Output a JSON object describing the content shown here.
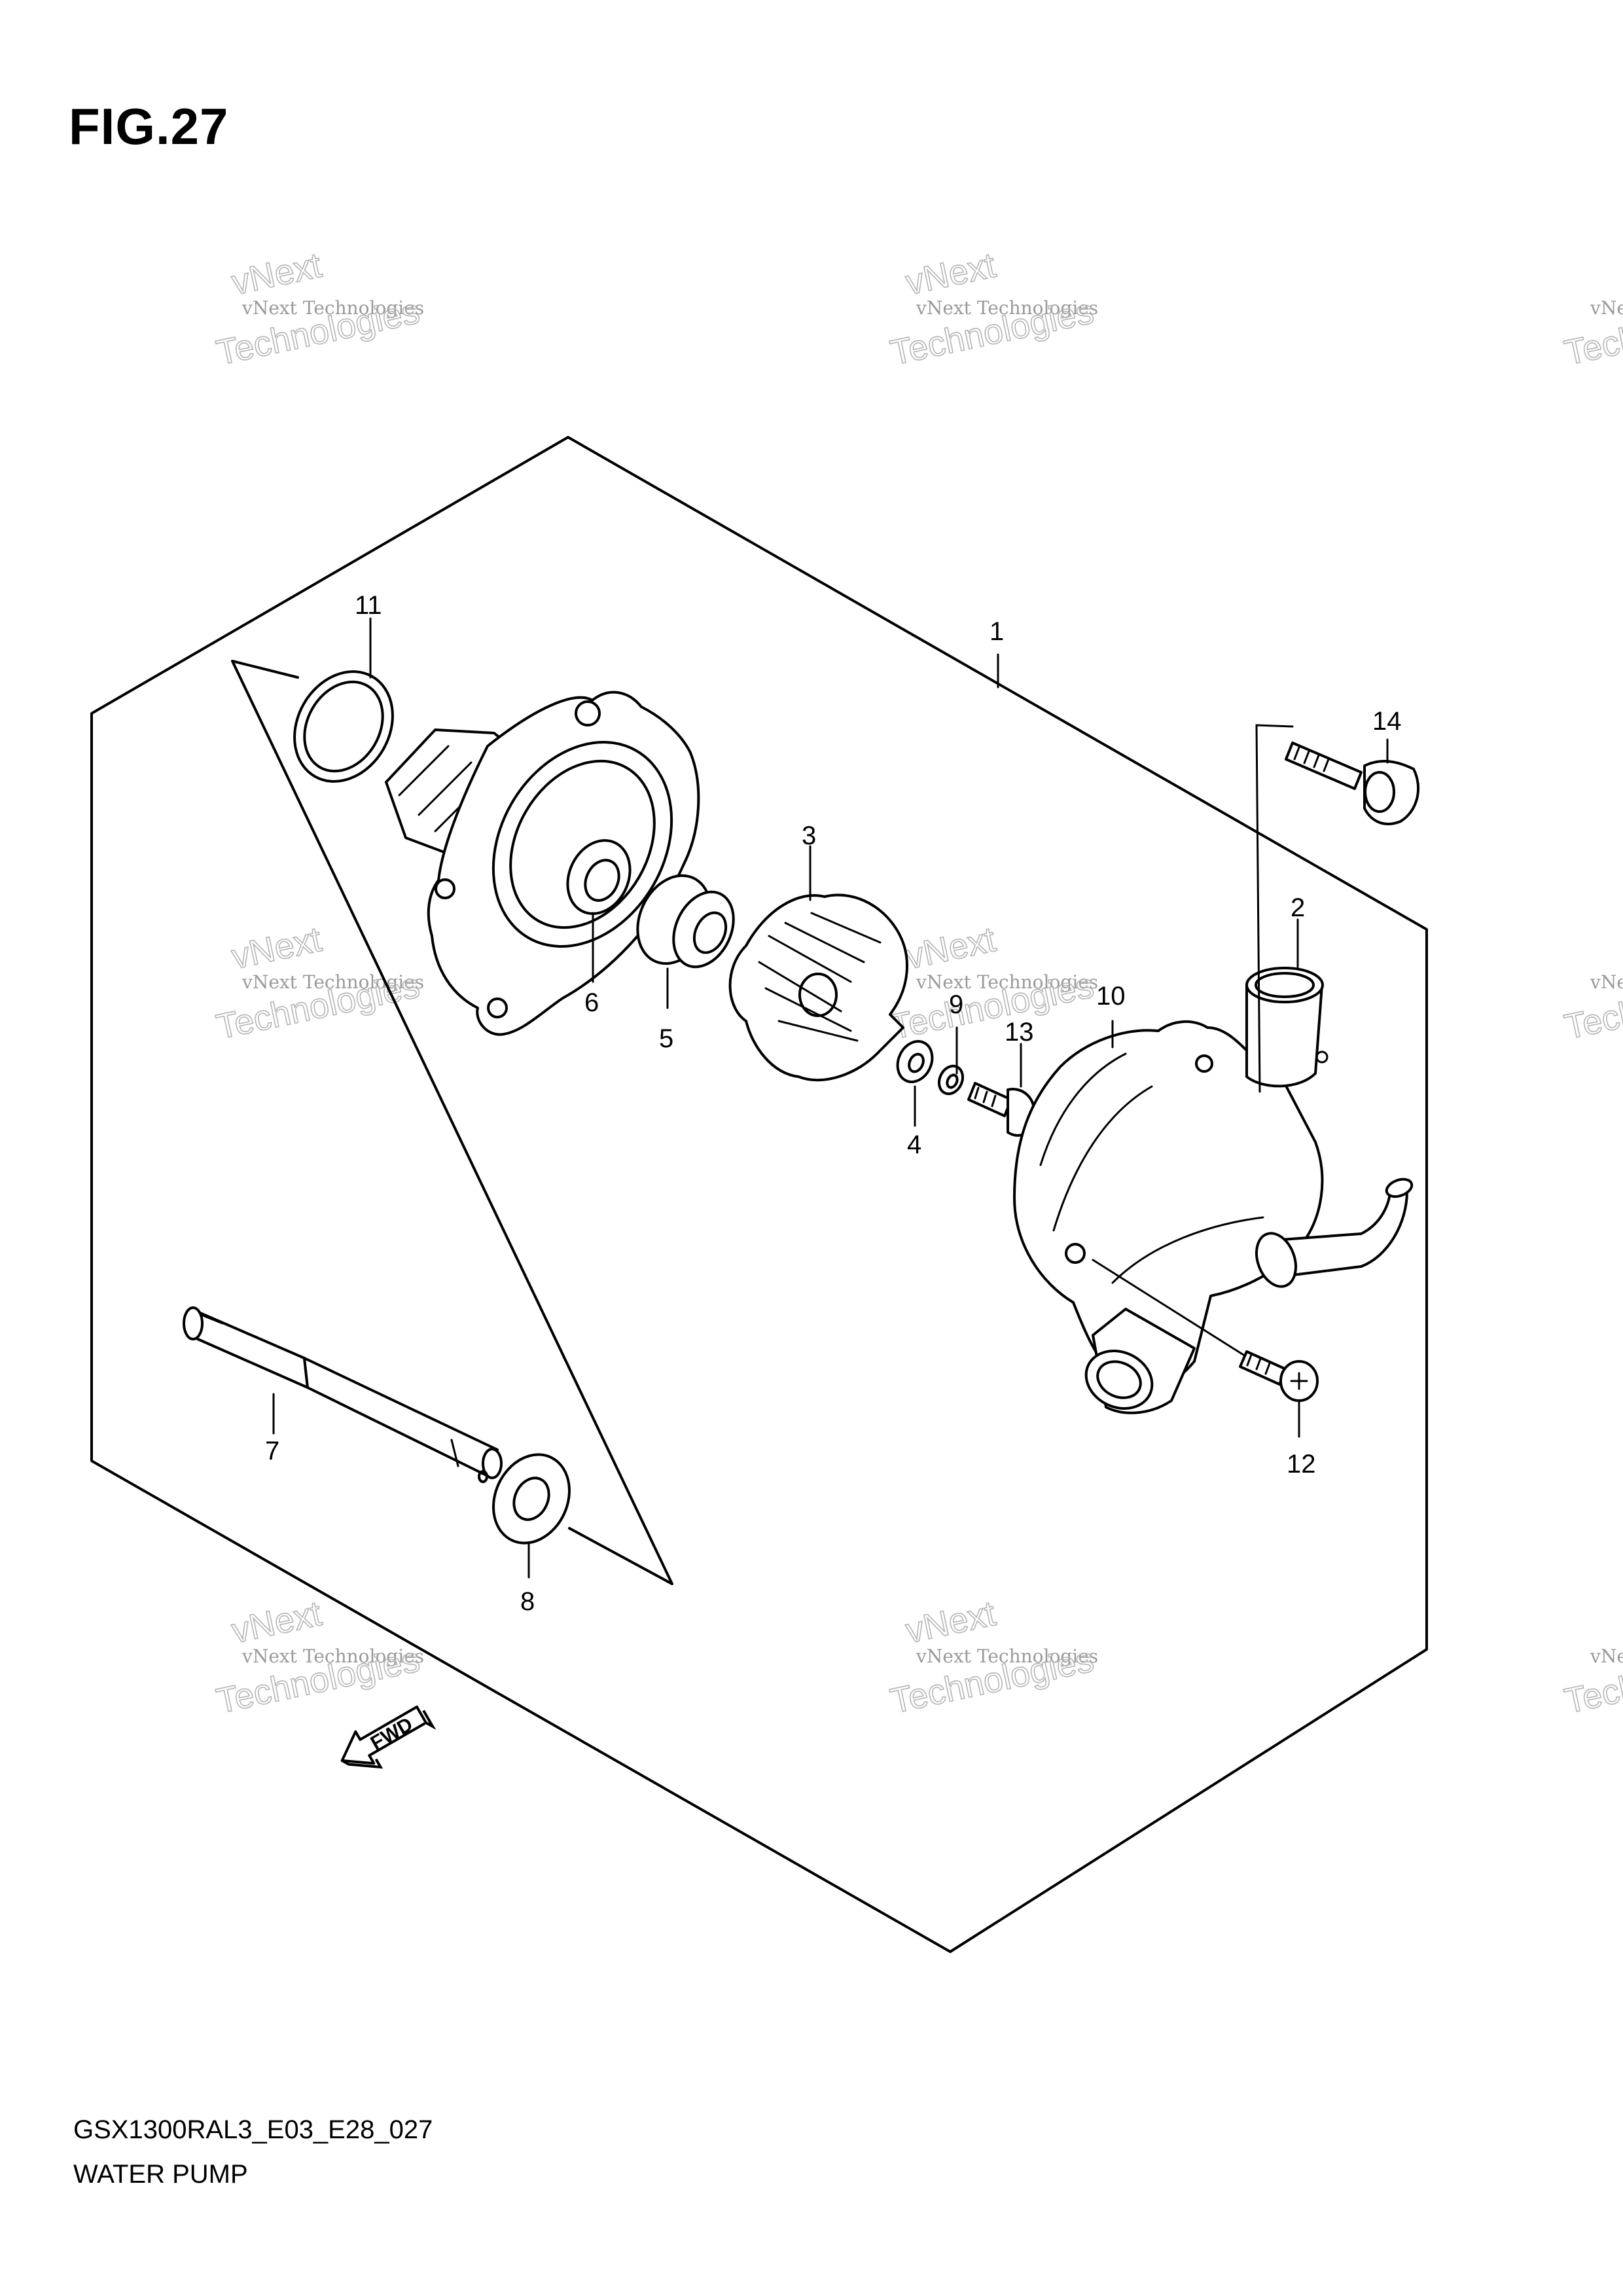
{
  "figure_title": "FIG.27",
  "footer": {
    "model_code": "GSX1300RAL3_E03_E28_027",
    "section_name": "WATER PUMP"
  },
  "watermark": {
    "line1": "vNext Technologies",
    "big_top": "vNext",
    "big_bottom": "Technologies"
  },
  "fwd_arrow_label": "FWD",
  "callouts": [
    "1",
    "2",
    "3",
    "4",
    "5",
    "6",
    "7",
    "8",
    "9",
    "10",
    "11",
    "12",
    "13",
    "14"
  ]
}
